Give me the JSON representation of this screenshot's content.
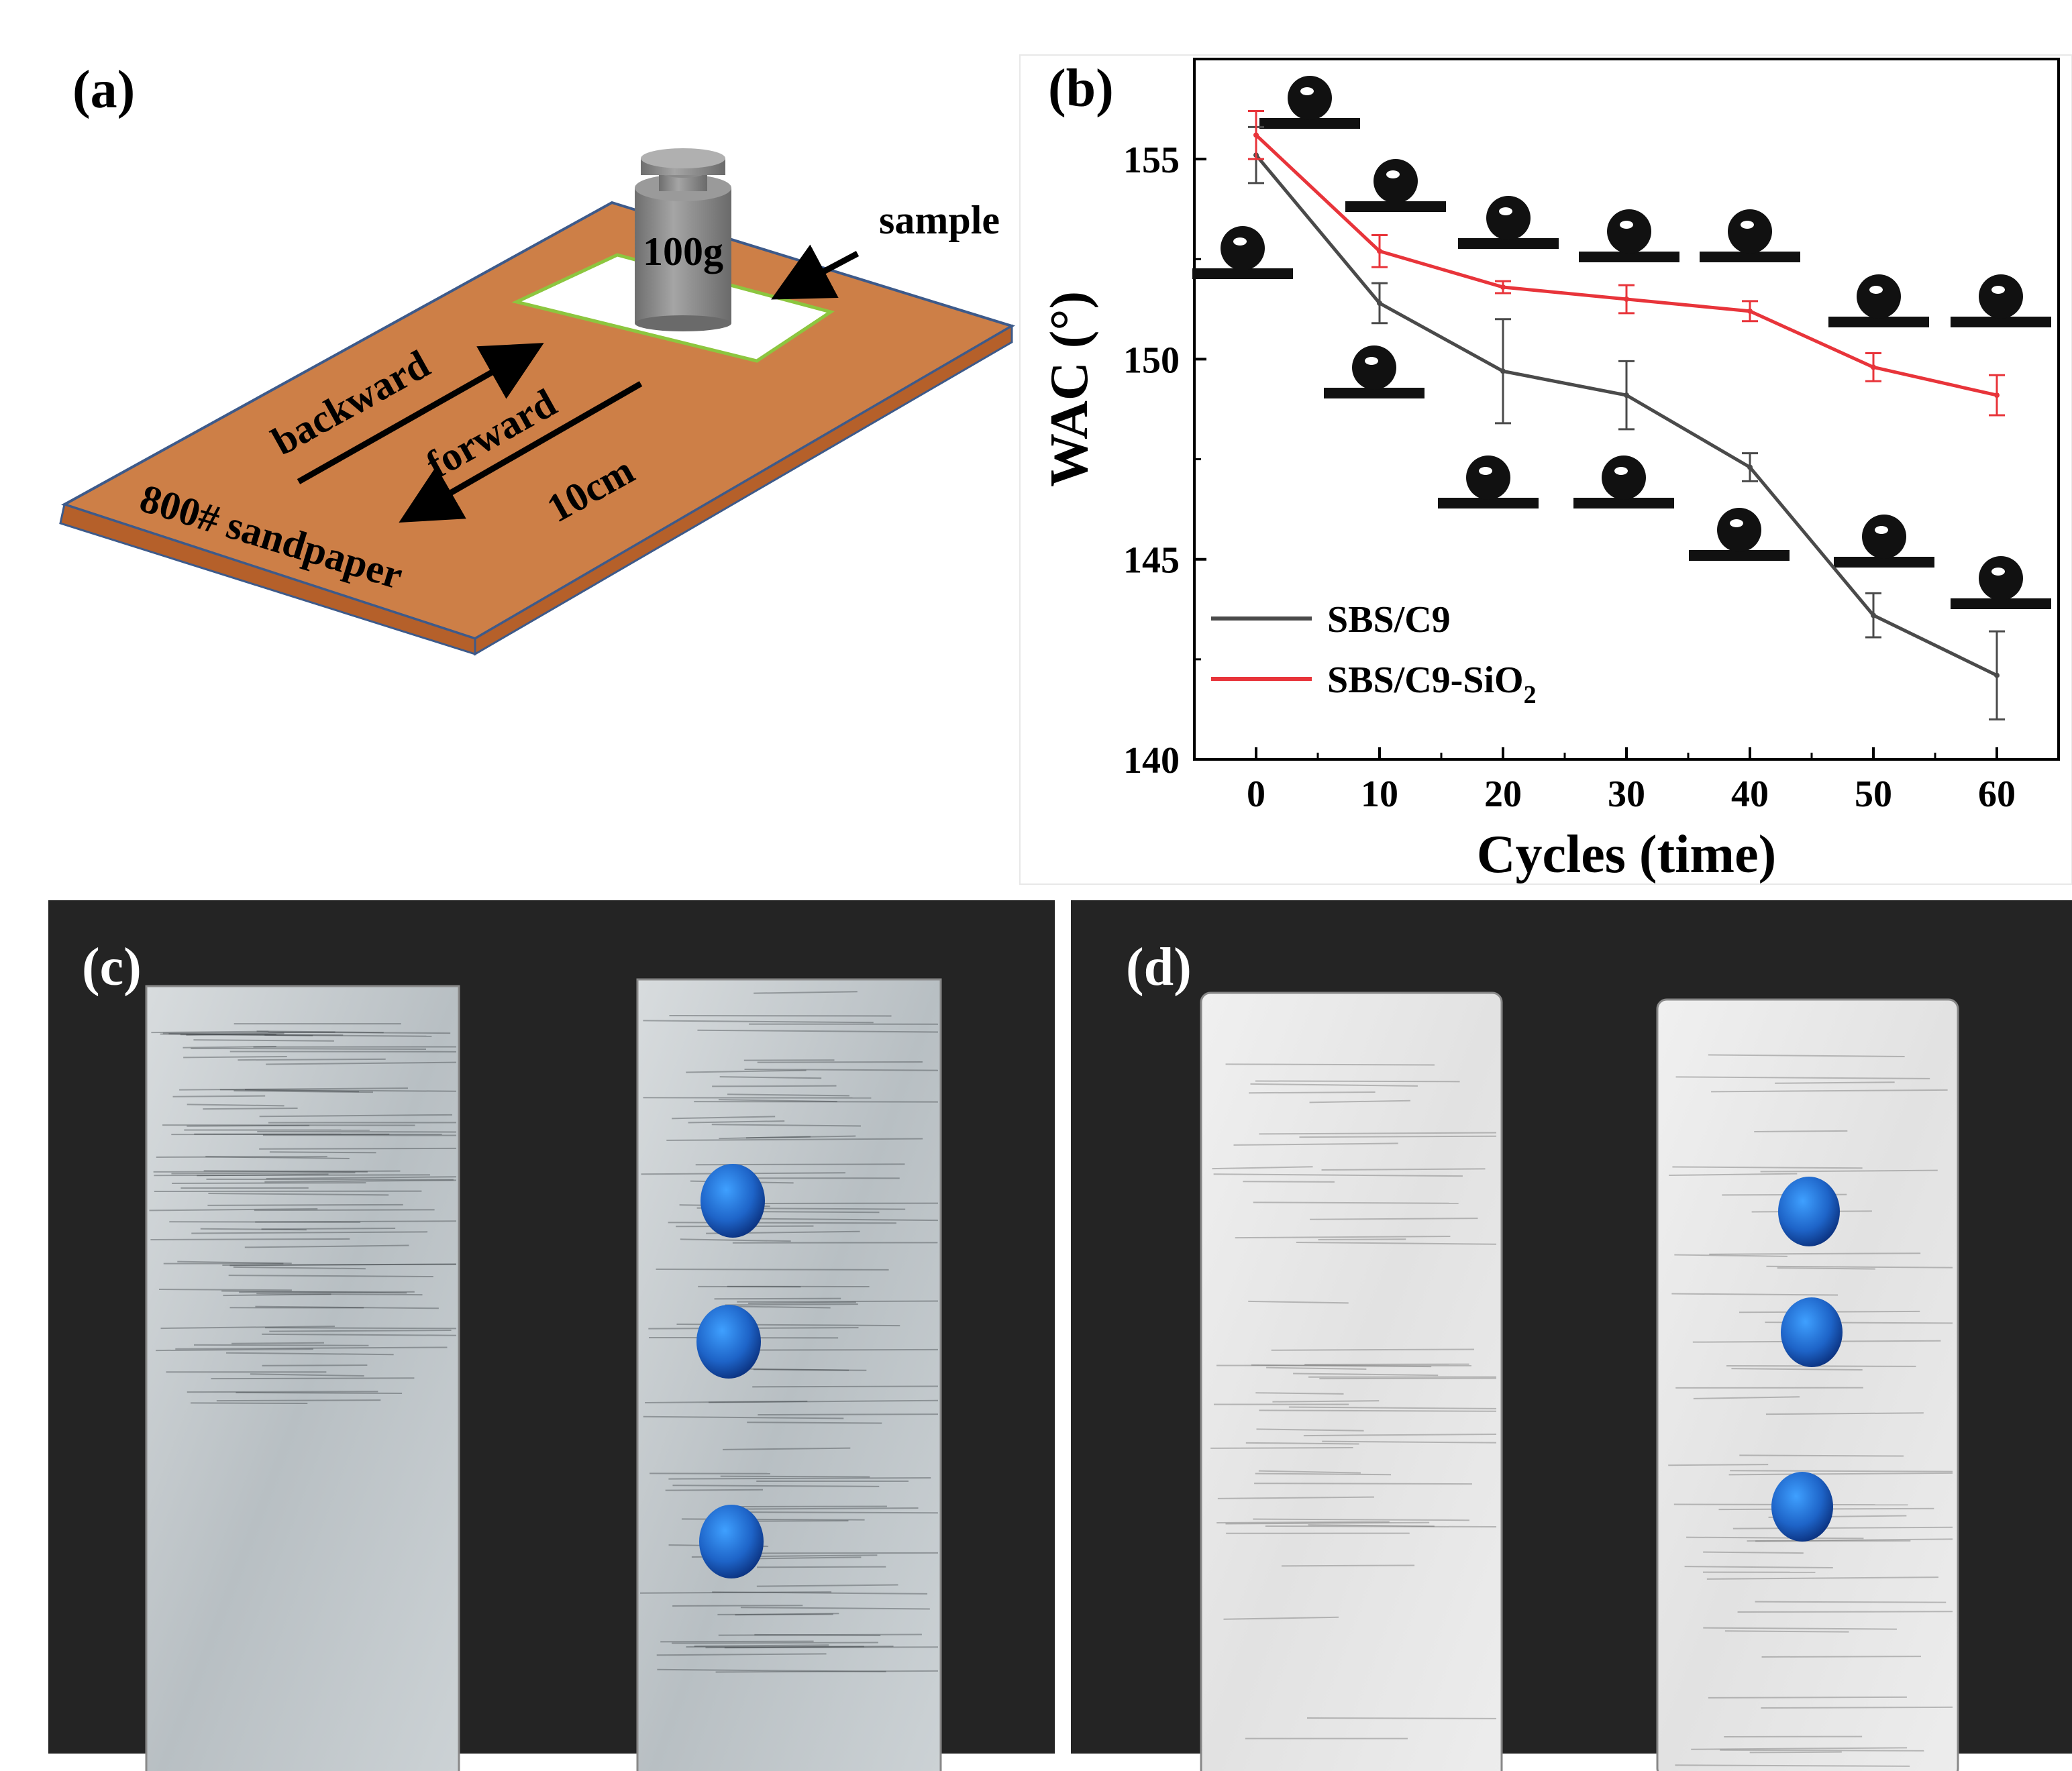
{
  "panels": {
    "a": {
      "label": "(a)",
      "weight_label": "100g",
      "sample_label": "sample",
      "backward_label": "backward",
      "forward_label": "forward",
      "distance_label": "10cm",
      "sandpaper_label": "800# sandpaper",
      "colors": {
        "board_top": "#CD7F47",
        "board_edge": "#B5602A",
        "board_outline": "#3D5A8A",
        "weight": "#808080",
        "sample_outline": "#8CC63F"
      }
    },
    "b": {
      "label": "(b)"
    },
    "c": {
      "label": "(c)"
    },
    "d": {
      "label": "(d)"
    }
  },
  "chart_data": {
    "type": "line",
    "xlabel": "Cycles (time)",
    "ylabel": "WAC (°)",
    "xlim": [
      -5,
      65
    ],
    "ylim": [
      140,
      157.5
    ],
    "xticks": [
      0,
      10,
      20,
      30,
      40,
      50,
      60
    ],
    "yticks": [
      140,
      145,
      150,
      155
    ],
    "grid": false,
    "legend_position": "bottom-left",
    "series": [
      {
        "name": "SBS/C9",
        "color": "#4A4A4A",
        "x": [
          0,
          10,
          20,
          30,
          40,
          50,
          60
        ],
        "y": [
          155.1,
          151.4,
          149.7,
          149.1,
          147.3,
          143.6,
          142.1
        ],
        "err": [
          0.7,
          0.5,
          1.3,
          0.85,
          0.35,
          0.55,
          1.1
        ]
      },
      {
        "name_main": "SBS/C9-SiO",
        "name_sub": "2",
        "color": "#E8343A",
        "x": [
          0,
          10,
          20,
          30,
          40,
          50,
          60
        ],
        "y": [
          155.6,
          152.7,
          151.8,
          151.5,
          151.2,
          149.8,
          149.1
        ],
        "err": [
          0.6,
          0.4,
          0.15,
          0.35,
          0.25,
          0.35,
          0.5
        ]
      }
    ]
  },
  "photos": {
    "background": "#242424",
    "glass": "#C9CDCF",
    "droplet": "#1E64C8"
  }
}
